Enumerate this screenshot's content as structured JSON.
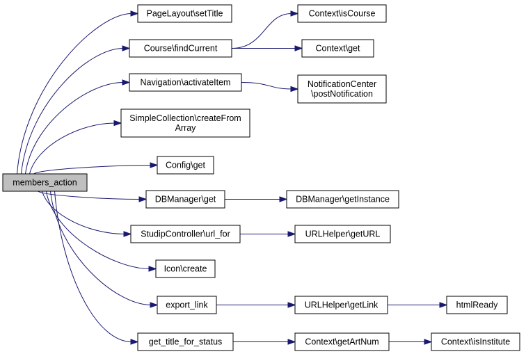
{
  "nodes": [
    {
      "id": "members_action",
      "lines": [
        "members_action"
      ],
      "root": true
    },
    {
      "id": "PageLayout\\setTitle",
      "lines": [
        "PageLayout\\setTitle"
      ]
    },
    {
      "id": "Course\\findCurrent",
      "lines": [
        "Course\\findCurrent"
      ]
    },
    {
      "id": "Navigation\\activateItem",
      "lines": [
        "Navigation\\activateItem"
      ]
    },
    {
      "id": "SimpleCollection\\createFromArray",
      "lines": [
        "SimpleCollection\\createFrom",
        "Array"
      ]
    },
    {
      "id": "Config\\get",
      "lines": [
        "Config\\get"
      ]
    },
    {
      "id": "DBManager\\get",
      "lines": [
        "DBManager\\get"
      ]
    },
    {
      "id": "StudipController\\url_for",
      "lines": [
        "StudipController\\url_for"
      ]
    },
    {
      "id": "Icon\\create",
      "lines": [
        "Icon\\create"
      ]
    },
    {
      "id": "export_link",
      "lines": [
        "export_link"
      ]
    },
    {
      "id": "get_title_for_status",
      "lines": [
        "get_title_for_status"
      ]
    },
    {
      "id": "Context\\isCourse",
      "lines": [
        "Context\\isCourse"
      ]
    },
    {
      "id": "Context\\get",
      "lines": [
        "Context\\get"
      ]
    },
    {
      "id": "NotificationCenter\\postNotification",
      "lines": [
        "NotificationCenter",
        "\\postNotification"
      ]
    },
    {
      "id": "DBManager\\getInstance",
      "lines": [
        "DBManager\\getInstance"
      ]
    },
    {
      "id": "URLHelper\\getURL",
      "lines": [
        "URLHelper\\getURL"
      ]
    },
    {
      "id": "URLHelper\\getLink",
      "lines": [
        "URLHelper\\getLink"
      ]
    },
    {
      "id": "htmlReady",
      "lines": [
        "htmlReady"
      ]
    },
    {
      "id": "Context\\getArtNum",
      "lines": [
        "Context\\getArtNum"
      ]
    },
    {
      "id": "Context\\isInstitute",
      "lines": [
        "Context\\isInstitute"
      ]
    }
  ],
  "edges": [
    [
      "members_action",
      "PageLayout\\setTitle"
    ],
    [
      "members_action",
      "Course\\findCurrent"
    ],
    [
      "members_action",
      "Navigation\\activateItem"
    ],
    [
      "members_action",
      "SimpleCollection\\createFromArray"
    ],
    [
      "members_action",
      "Config\\get"
    ],
    [
      "members_action",
      "DBManager\\get"
    ],
    [
      "members_action",
      "StudipController\\url_for"
    ],
    [
      "members_action",
      "Icon\\create"
    ],
    [
      "members_action",
      "export_link"
    ],
    [
      "members_action",
      "get_title_for_status"
    ],
    [
      "Course\\findCurrent",
      "Context\\isCourse"
    ],
    [
      "Course\\findCurrent",
      "Context\\get"
    ],
    [
      "Navigation\\activateItem",
      "NotificationCenter\\postNotification"
    ],
    [
      "DBManager\\get",
      "DBManager\\getInstance"
    ],
    [
      "StudipController\\url_for",
      "URLHelper\\getURL"
    ],
    [
      "export_link",
      "URLHelper\\getLink"
    ],
    [
      "URLHelper\\getLink",
      "htmlReady"
    ],
    [
      "get_title_for_status",
      "Context\\getArtNum"
    ],
    [
      "Context\\getArtNum",
      "Context\\isInstitute"
    ]
  ],
  "colors": {
    "edge": "#191970",
    "root_fill": "#bfbfbf",
    "node_fill": "#ffffff",
    "node_border": "#000000"
  }
}
